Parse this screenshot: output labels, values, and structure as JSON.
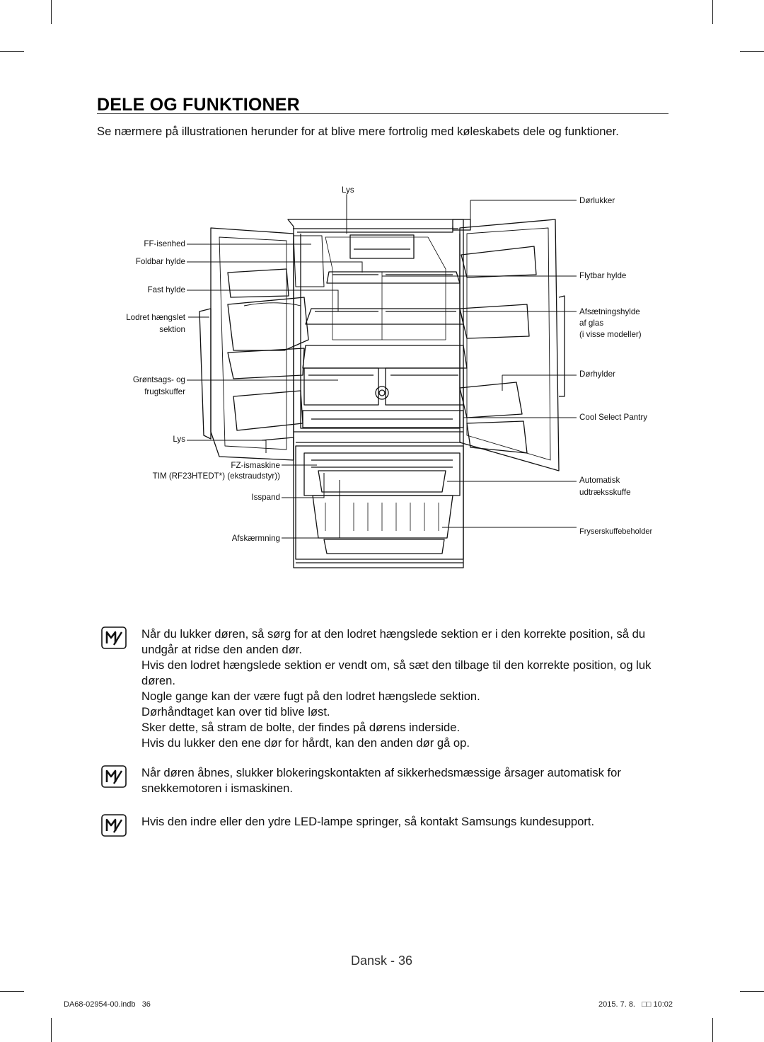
{
  "title": "DELE OG FUNKTIONER",
  "intro": "Se nærmere på illustrationen herunder for at blive mere fortrolig med køleskabets dele og funktioner.",
  "labels": {
    "lys_top": "Lys",
    "dorlukker": "Dørlukker",
    "ff_isenhed": "FF-isenhed",
    "foldbar_hylde": "Foldbar hylde",
    "fast_hylde": "Fast hylde",
    "lodret_line1": "Lodret hængslet",
    "lodret_line2": "sektion",
    "grontsags_line1": "Grøntsags- og",
    "grontsags_line2": "frugtskuffer",
    "lys_bottom": "Lys",
    "fz_ismaskine": "FZ-ismaskine",
    "tim": "TIM (RF23HTEDT*) (ekstraudstyr))",
    "isspand": "Isspand",
    "afskaermning": "Afskærmning",
    "flytbar_hylde": "Flytbar hylde",
    "afsaetning_line1": "Afsætningshylde",
    "afsaetning_line2": "af glas",
    "afsaetning_line3": "(i visse modeller)",
    "dorhylder": "Dørhylder",
    "cool_select": "Cool Select Pantry",
    "automatisk_line1": "Automatisk",
    "automatisk_line2": "udtræksskuffe",
    "fryser": "Fryserskuffebeholder"
  },
  "notes": [
    {
      "icon": "note-icon",
      "lines": [
        "Når du lukker døren, så sørg for at den lodret hængslede sektion er i den korrekte position, så du undgår at ridse den anden dør.",
        "Hvis den lodret hængslede sektion er vendt om, så sæt den tilbage til den korrekte position, og luk døren.",
        "Nogle gange kan der være fugt på den lodret hængslede sektion.",
        "Dørhåndtaget kan over tid blive løst.",
        "Sker dette, så stram de bolte, der findes på dørens inderside.",
        "Hvis du lukker den ene dør for hårdt, kan den anden dør gå op."
      ]
    },
    {
      "icon": "note-icon",
      "lines": [
        "Når døren åbnes, slukker blokeringskontakten af sikkerhedsmæssige årsager automatisk for snekkemotoren i ismaskinen."
      ]
    },
    {
      "icon": "note-icon",
      "lines": [
        "Hvis den indre eller den ydre LED-lampe springer, så kontakt Samsungs kundesupport."
      ]
    }
  ],
  "page_number": "Dansk - 36",
  "footer": {
    "left": "DA68-02954-00.indb   36",
    "right": "2015. 7. 8.   □□ 10:02"
  }
}
